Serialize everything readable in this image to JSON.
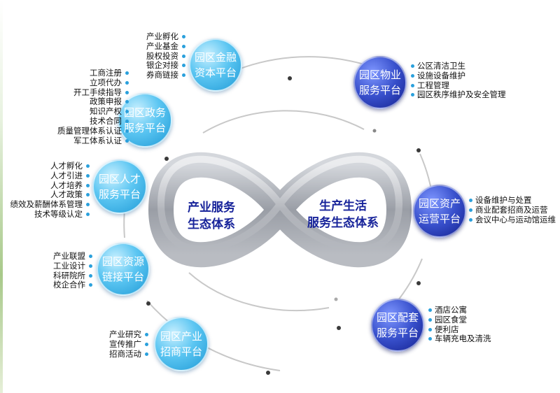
{
  "center": {
    "left_label": [
      "产业服务",
      "生态体系"
    ],
    "right_label": [
      "生产生活",
      "服务生态体系"
    ]
  },
  "nodes": {
    "finance": {
      "title": [
        "园区金融",
        "资本平台"
      ],
      "items": [
        "产业孵化",
        "产业基金",
        "股权投资",
        "银企对接",
        "券商链接"
      ]
    },
    "government": {
      "title": [
        "园区政务",
        "服务平台"
      ],
      "items": [
        "工商注册",
        "立项代办",
        "开工手续指导",
        "政策申报",
        "知识产权",
        "技术合同",
        "质量管理体系认证",
        "军工体系认证"
      ]
    },
    "talent": {
      "title": [
        "园区人才",
        "服务平台"
      ],
      "items": [
        "人才孵化",
        "人才引进",
        "人才培养",
        "人才政策",
        "绩效及薪酬体系管理",
        "技术等级认定"
      ]
    },
    "resource": {
      "title": [
        "园区资源",
        "链接平台"
      ],
      "items": [
        "产业联盟",
        "工业设计",
        "科研院所",
        "校企合作"
      ]
    },
    "investment": {
      "title": [
        "园区产业",
        "招商平台"
      ],
      "items": [
        "产业研究",
        "宣传推广",
        "招商活动"
      ]
    },
    "property": {
      "title": [
        "园区物业",
        "服务平台"
      ],
      "items": [
        "公区清洁卫生",
        "设施设备维护",
        "工程管理",
        "园区秩序维护及安全管理"
      ]
    },
    "asset": {
      "title": [
        "园区资产",
        "运营平台"
      ],
      "items": [
        "设备维护与处置",
        "商业配套招商及运营",
        "会议中心与运动馆运维"
      ]
    },
    "supporting": {
      "title": [
        "园区配套",
        "服务平台"
      ],
      "items": [
        "酒店公寓",
        "园区食堂",
        "便利店",
        "车辆充电及清洗"
      ]
    }
  },
  "colors": {
    "light_node": "#3fb4ea",
    "dark_node": "#2a3cb8",
    "center_text": "#17239a",
    "bullet": "#2aa0dc",
    "infinity": "#9a9ea6"
  }
}
